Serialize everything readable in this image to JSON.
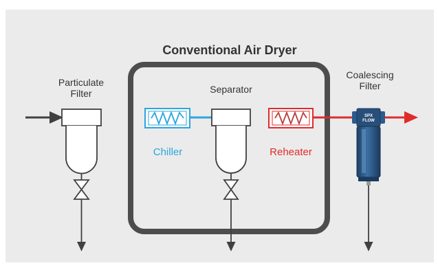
{
  "title": "Conventional Air Dryer",
  "components": {
    "particulate_filter": {
      "line1": "Particulate",
      "line2": "Filter"
    },
    "separator": {
      "label": "Separator"
    },
    "chiller": {
      "label": "Chiller"
    },
    "reheater": {
      "label": "Reheater"
    },
    "coalescing_filter": {
      "line1": "Coalescing",
      "line2": "Filter"
    },
    "filter_brand": {
      "line1": "SPX",
      "line2": "FLOW"
    }
  },
  "colors": {
    "background": "#ebebeb",
    "box_stroke": "#4d4d4d",
    "line": "#404040",
    "cold": "#2aa6de",
    "hot": "#e02b2b",
    "filter_body": "#2c5b8d"
  }
}
